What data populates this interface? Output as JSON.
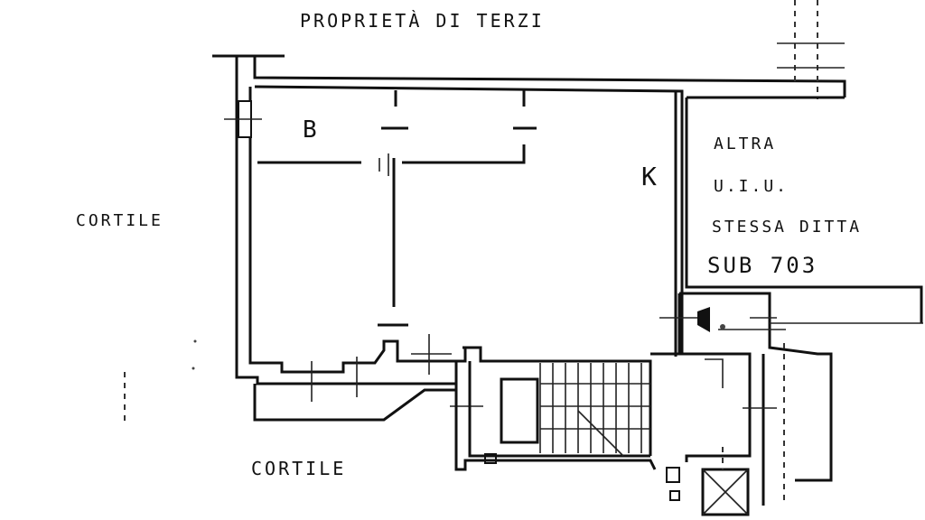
{
  "labels": {
    "top_note": "PROPRIETÀ   DI   TERZI",
    "courtyard_left": "CORTILE",
    "courtyard_bottom": "CORTILE",
    "room_bath": "B",
    "room_kitchen": "K",
    "other_unit_line1": "ALTRA",
    "other_unit_line2": "U.I.U.",
    "other_unit_line3": "STESSA DITTA",
    "other_unit_line4": "SUB 703"
  },
  "colors": {
    "ink": "#111111",
    "paper": "#ffffff"
  }
}
